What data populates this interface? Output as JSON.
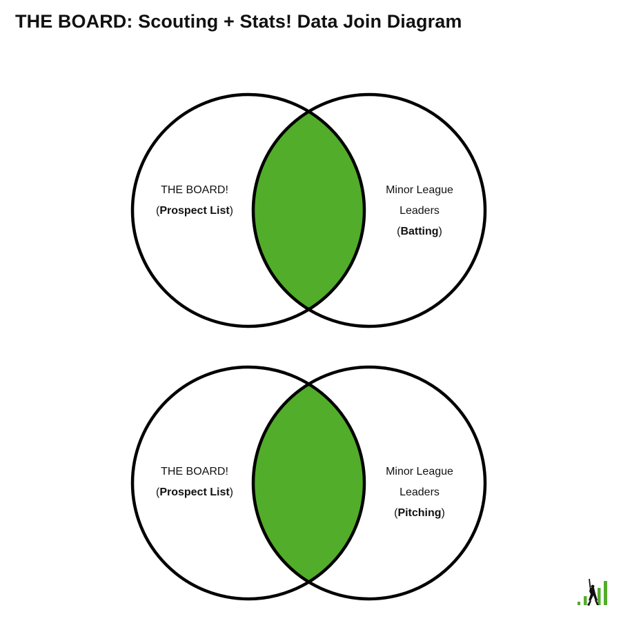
{
  "title": "THE BOARD: Scouting + Stats! Data Join Diagram",
  "colors": {
    "intersection": "#52ad2a",
    "outline": "#000000",
    "background": "#ffffff"
  },
  "diagrams": [
    {
      "left_set": {
        "line1": "THE BOARD!",
        "line2_open": "(",
        "line2_bold": "Prospect List",
        "line2_close": ")"
      },
      "right_set": {
        "line1": "Minor League",
        "line2": "Leaders",
        "line3_open": "(",
        "line3_bold": "Batting",
        "line3_close": ")"
      }
    },
    {
      "left_set": {
        "line1": "THE BOARD!",
        "line2_open": "(",
        "line2_bold": "Prospect List",
        "line2_close": ")"
      },
      "right_set": {
        "line1": "Minor League",
        "line2": "Leaders",
        "line3_open": "(",
        "line3_bold": "Pitching",
        "line3_close": ")"
      }
    }
  ],
  "logo": {
    "icon": "batter-bars-icon"
  }
}
